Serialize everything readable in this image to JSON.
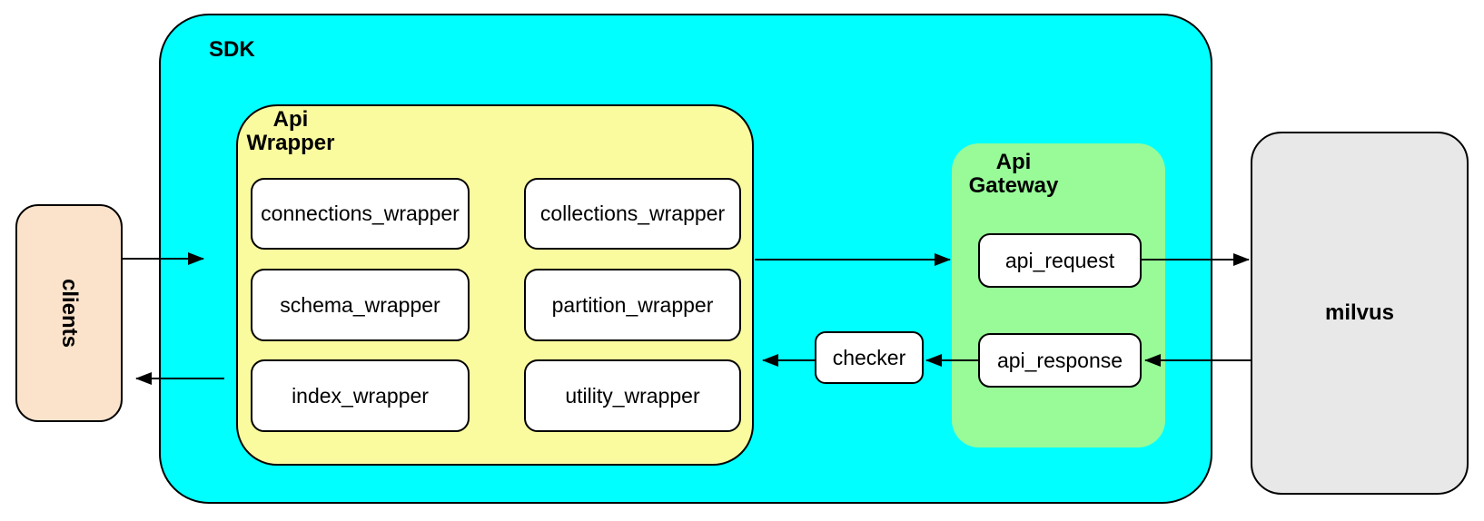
{
  "colors": {
    "background": "#FFFFFF",
    "sdk_fill": "#00FFFF",
    "api_wrapper_fill": "#FAFA9E",
    "api_gateway_fill": "#98FB98",
    "clients_fill": "#FBE3CB",
    "milvus_fill": "#E8E8E8",
    "node_fill": "#FFFFFF",
    "line": "#000000"
  },
  "nodes": {
    "clients": "clients",
    "sdk": "SDK",
    "api_wrapper": {
      "line1": "Api",
      "line2": "Wrapper"
    },
    "wrapper_modules": [
      "connections_wrapper",
      "collections_wrapper",
      "schema_wrapper",
      "partition_wrapper",
      "index_wrapper",
      "utility_wrapper"
    ],
    "checker": "checker",
    "api_gateway": {
      "line1": "Api",
      "line2": "Gateway"
    },
    "api_request": "api_request",
    "api_response": "api_response",
    "milvus": "milvus"
  },
  "edges": [
    {
      "from": "clients",
      "to": "SDK"
    },
    {
      "from": "SDK",
      "to": "clients"
    },
    {
      "from": "Api Wrapper",
      "to": "Api Gateway"
    },
    {
      "from": "api_request",
      "to": "milvus"
    },
    {
      "from": "milvus",
      "to": "api_response"
    },
    {
      "from": "api_response",
      "to": "checker"
    },
    {
      "from": "checker",
      "to": "Api Wrapper"
    }
  ]
}
